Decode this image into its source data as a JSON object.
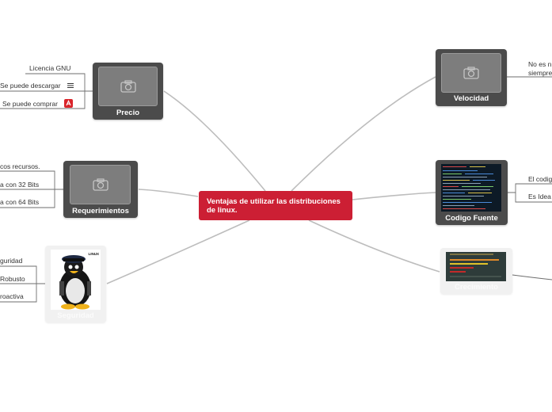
{
  "central": {
    "title": "Ventajas de utilizar las distribuciones de linux."
  },
  "nodes": {
    "precio": {
      "title": "Precio",
      "leaves": [
        "Licencia GNU",
        "Se puede descargar",
        "Se puede comprar"
      ],
      "icons": [
        "list-icon",
        "app-red-icon"
      ]
    },
    "requerimientos": {
      "title": "Requerimientos",
      "leaves": [
        "cos recursos.",
        "a con 32 Bits",
        "a con 64 Bits"
      ]
    },
    "seguridad": {
      "title": "Seguridad",
      "leaves": [
        "guridad",
        "Robusto",
        "roactiva"
      ],
      "badge": "LINUX"
    },
    "velocidad": {
      "title": "Velocidad",
      "leaves": [
        "No es n",
        "siempre"
      ]
    },
    "codigo": {
      "title": "Codigo Fuente",
      "leaves": [
        "El codig",
        "Es Idea"
      ]
    },
    "crecimiento": {
      "title": "Crecimiento"
    }
  },
  "colors": {
    "central": "#cc1f34",
    "card_dark": "#4b4b4b",
    "wire": "#b8b8b8"
  }
}
